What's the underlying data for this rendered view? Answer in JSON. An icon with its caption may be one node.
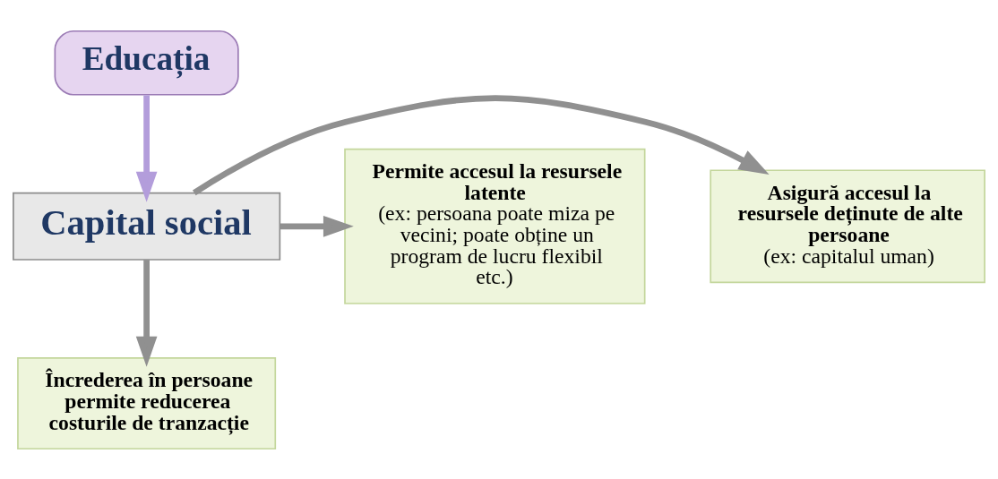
{
  "diagram": {
    "nodes": [
      {
        "text": [
          "Educația"
        ]
      },
      {
        "text": [
          "Capital social"
        ]
      },
      {
        "text": [
          "Asigură accesul la resursele deținute de alte persoane",
          "(ex: capitalul uman)"
        ]
      },
      {
        "text": [
          "Permite accesul la resursele latente",
          "(ex: persoana poate miza pe vecini; poate obține un program de lucru flexibil etc.)"
        ]
      },
      {
        "text": [
          "Încrederea în persoane permite reducerea costurile de tranzacție"
        ]
      }
    ],
    "edges": [
      {
        "from": 0,
        "to": 1,
        "arrow": "to",
        "color": "#b39ddb"
      },
      {
        "from": 1,
        "to": 2,
        "arrow": "to"
      },
      {
        "from": 1,
        "to": 3,
        "arrow": "to"
      },
      {
        "from": 1,
        "to": 4,
        "arrow": "to"
      }
    ]
  }
}
